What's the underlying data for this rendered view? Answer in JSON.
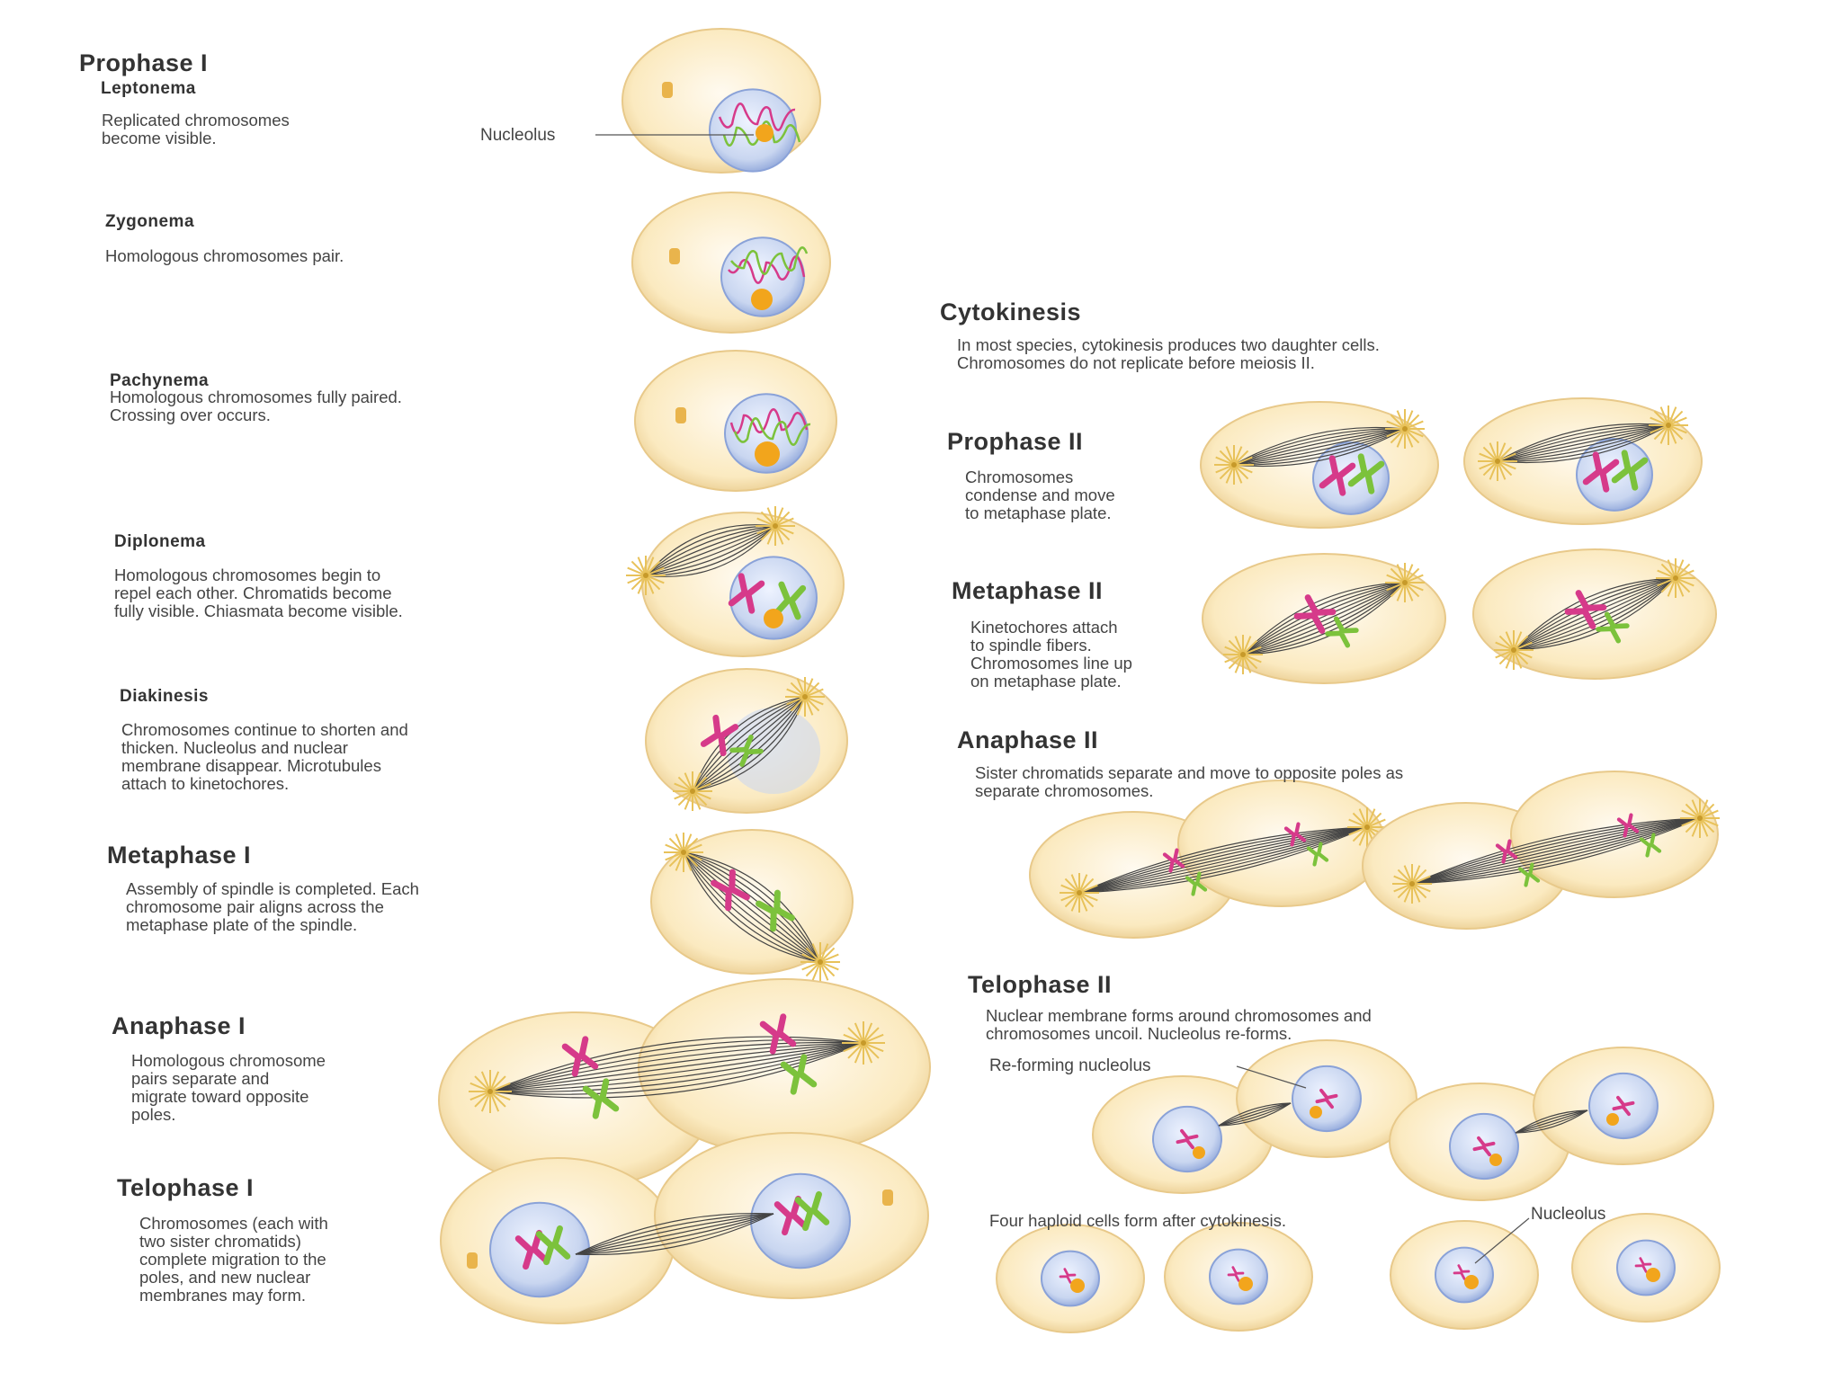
{
  "colors": {
    "cell_fill": "#fbeac0",
    "cell_edge": "#e8c98a",
    "nucleus": "#c9d6f0",
    "nucleus_edge": "#8aa2d8",
    "chrom_pink": "#d63a8a",
    "chrom_green": "#7cc23c",
    "nucleolus": "#f2a51c",
    "spindle": "#444444",
    "aster": "#e8c25a"
  },
  "left": {
    "prophase_i": {
      "title": "Prophase I",
      "leptonema": {
        "title": "Leptonema",
        "desc": "Replicated chromosomes\nbecome visible."
      },
      "nucleolus_label": "Nucleolus"
    },
    "zygonema": {
      "title": "Zygonema",
      "desc": "Homologous chromosomes pair."
    },
    "pachynema": {
      "title": "Pachynema",
      "desc": "Homologous chromosomes fully paired.\nCrossing over occurs."
    },
    "diplonema": {
      "title": "Diplonema",
      "desc": "Homologous chromosomes begin to\nrepel each other. Chromatids become\nfully visible. Chiasmata become visible."
    },
    "diakinesis": {
      "title": "Diakinesis",
      "desc": "Chromosomes continue to shorten and\nthicken. Nucleolus and nuclear\nmembrane disappear. Microtubules\nattach to kinetochores."
    },
    "metaphase_i": {
      "title": "Metaphase I",
      "desc": "Assembly of spindle is completed. Each\nchromosome pair aligns across the\nmetaphase plate of the spindle."
    },
    "anaphase_i": {
      "title": "Anaphase I",
      "desc": "Homologous chromosome\npairs separate and\nmigrate toward opposite\npoles."
    },
    "telophase_i": {
      "title": "Telophase I",
      "desc": "Chromosomes (each with\ntwo sister chromatids)\ncomplete migration to the\npoles, and new nuclear\nmembranes may form."
    }
  },
  "right": {
    "cytokinesis": {
      "title": "Cytokinesis",
      "desc": "In most species, cytokinesis produces two daughter cells.\nChromosomes do not replicate before meiosis II."
    },
    "prophase_ii": {
      "title": "Prophase II",
      "desc": "Chromosomes\ncondense and move\nto metaphase plate."
    },
    "metaphase_ii": {
      "title": "Metaphase II",
      "desc": "Kinetochores attach\nto spindle fibers.\nChromosomes line up\non metaphase plate."
    },
    "anaphase_ii": {
      "title": "Anaphase II",
      "desc": "Sister chromatids separate and move to opposite poles as\nseparate chromosomes."
    },
    "telophase_ii": {
      "title": "Telophase II",
      "desc": "Nuclear membrane forms around chromosomes and\nchromosomes uncoil. Nucleolus re-forms.",
      "reforming_label": "Re-forming nucleolus"
    },
    "haploid": {
      "desc": "Four haploid cells form after cytokinesis.",
      "nucleolus_label": "Nucleolus"
    }
  }
}
